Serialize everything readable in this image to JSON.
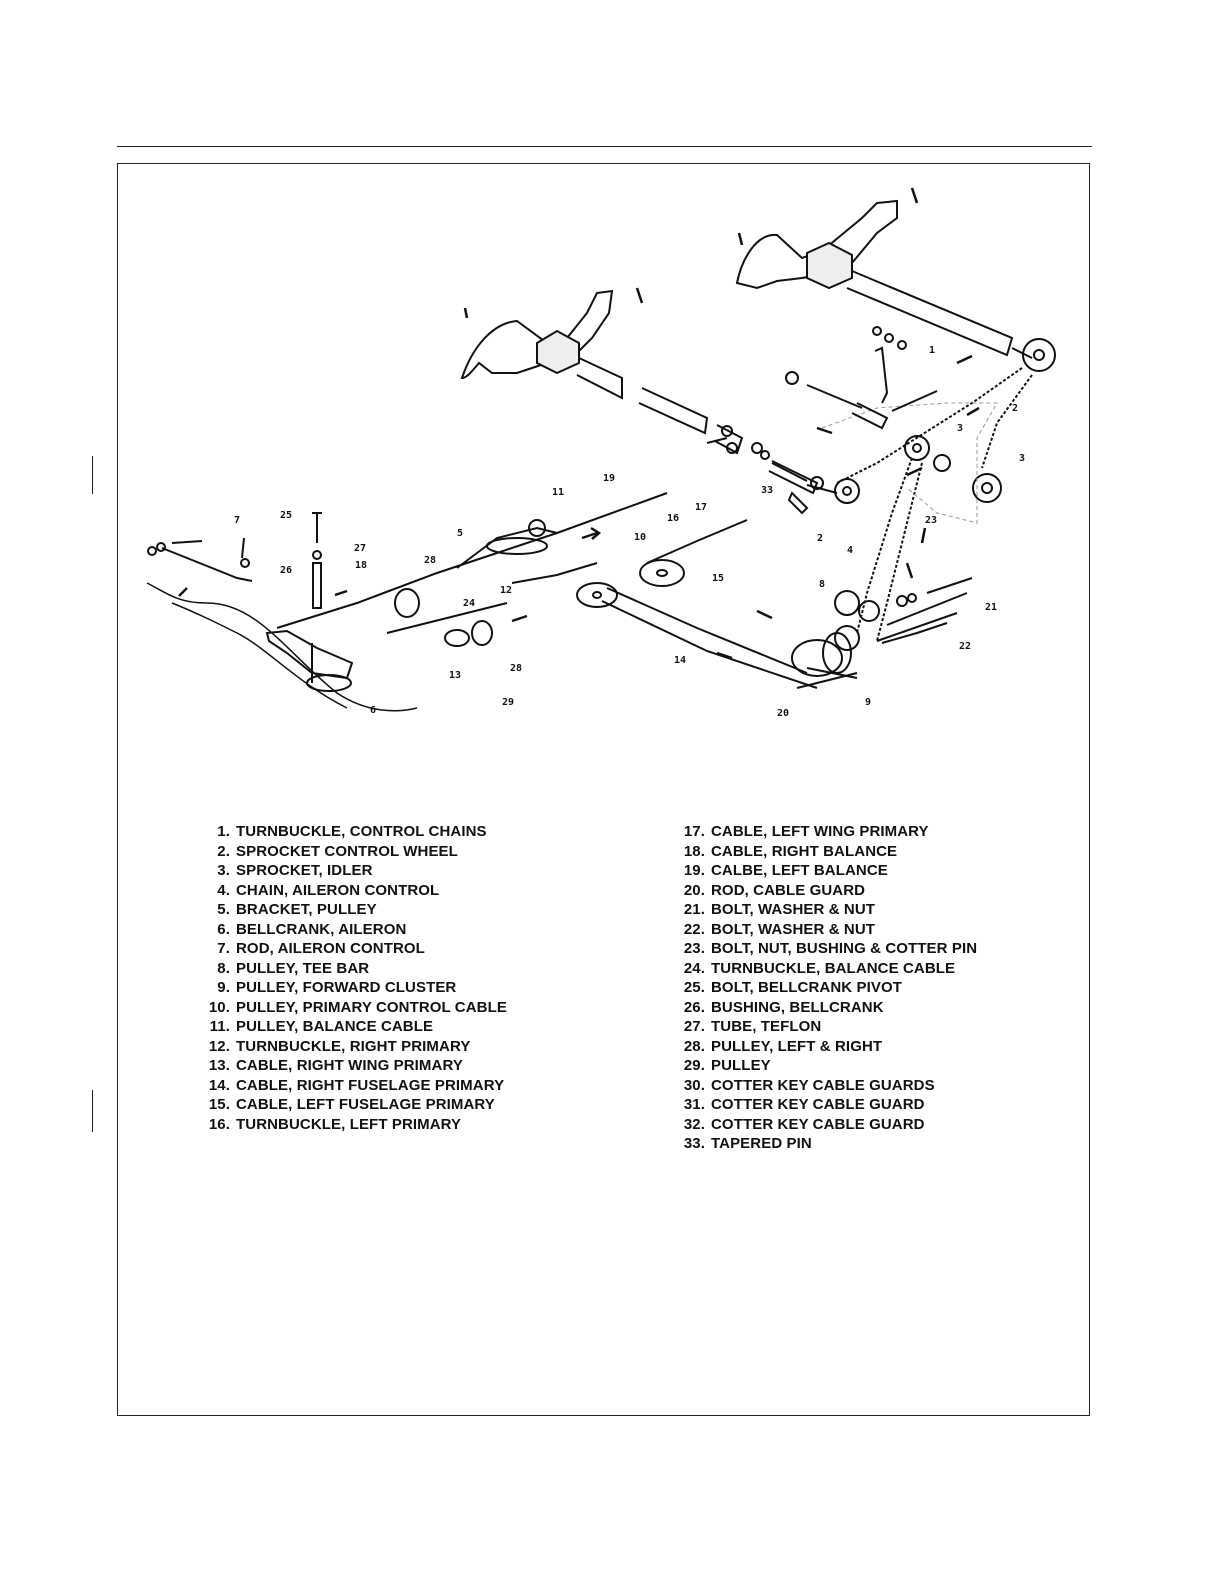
{
  "legend": {
    "left": [
      {
        "num": "1.",
        "text": "TURNBUCKLE, CONTROL CHAINS"
      },
      {
        "num": "2.",
        "text": "SPROCKET CONTROL WHEEL"
      },
      {
        "num": "3.",
        "text": "SPROCKET, IDLER"
      },
      {
        "num": "4.",
        "text": "CHAIN, AILERON CONTROL"
      },
      {
        "num": "5.",
        "text": "BRACKET, PULLEY"
      },
      {
        "num": "6.",
        "text": "BELLCRANK, AILERON"
      },
      {
        "num": "7.",
        "text": "ROD, AILERON CONTROL"
      },
      {
        "num": "8.",
        "text": "PULLEY, TEE BAR"
      },
      {
        "num": "9.",
        "text": "PULLEY, FORWARD CLUSTER"
      },
      {
        "num": "10.",
        "text": "PULLEY, PRIMARY CONTROL CABLE"
      },
      {
        "num": "11.",
        "text": "PULLEY, BALANCE CABLE"
      },
      {
        "num": "12.",
        "text": "TURNBUCKLE, RIGHT PRIMARY"
      },
      {
        "num": "13.",
        "text": "CABLE, RIGHT WING PRIMARY"
      },
      {
        "num": "14.",
        "text": "CABLE, RIGHT FUSELAGE PRIMARY"
      },
      {
        "num": "15.",
        "text": "CABLE, LEFT FUSELAGE PRIMARY"
      },
      {
        "num": "16.",
        "text": "TURNBUCKLE, LEFT PRIMARY"
      }
    ],
    "right": [
      {
        "num": "17.",
        "text": "CABLE, LEFT WING PRIMARY"
      },
      {
        "num": "18.",
        "text": "CABLE, RIGHT BALANCE"
      },
      {
        "num": "19.",
        "text": "CALBE, LEFT BALANCE"
      },
      {
        "num": "20.",
        "text": "ROD, CABLE GUARD"
      },
      {
        "num": "21.",
        "text": "BOLT, WASHER & NUT"
      },
      {
        "num": "22.",
        "text": "BOLT, WASHER & NUT"
      },
      {
        "num": "23.",
        "text": "BOLT, NUT, BUSHING & COTTER PIN"
      },
      {
        "num": "24.",
        "text": "TURNBUCKLE, BALANCE CABLE"
      },
      {
        "num": "25.",
        "text": "BOLT, BELLCRANK PIVOT"
      },
      {
        "num": "26.",
        "text": "BUSHING, BELLCRANK"
      },
      {
        "num": "27.",
        "text": "TUBE, TEFLON"
      },
      {
        "num": "28.",
        "text": "PULLEY, LEFT & RIGHT"
      },
      {
        "num": "29.",
        "text": "PULLEY"
      },
      {
        "num": "30.",
        "text": "COTTER KEY CABLE GUARDS"
      },
      {
        "num": "31.",
        "text": "COTTER KEY CABLE GUARD"
      },
      {
        "num": "32.",
        "text": "COTTER KEY CABLE GUARD"
      },
      {
        "num": "33.",
        "text": "TAPERED PIN"
      }
    ]
  },
  "callouts": [
    "1",
    "2",
    "3",
    "3",
    "2",
    "4",
    "23",
    "8",
    "9",
    "20",
    "21",
    "22",
    "5",
    "11",
    "19",
    "16",
    "17",
    "10",
    "15",
    "14",
    "12",
    "13",
    "29",
    "28",
    "18",
    "24",
    "25",
    "26",
    "27",
    "28",
    "7",
    "6",
    "33"
  ]
}
